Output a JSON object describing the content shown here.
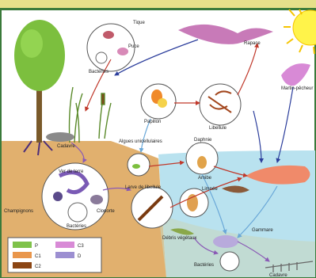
{
  "labels": {
    "tique": "Tique",
    "puce": "Puce",
    "bacteries_top": "Bactéries",
    "rapace": "Rapace",
    "martin_pecheur": "Martin-pêcheur",
    "papillon": "Papillon",
    "libellule": "Libellule",
    "cadavre_top": "Cadavre",
    "ver_de_terre": "Ver de terre",
    "algues": "Algues unicellulaires",
    "daphnie": "Daphnie",
    "amibe": "Amibe",
    "champignons": "Champignons",
    "cloporte": "Cloporte",
    "bacteries_soil": "Bactéries",
    "larve": "Larve de libellule",
    "limnee": "Limnée",
    "debris": "Débris végétaux",
    "gammare": "Gammare",
    "bacteries_bottom": "Bactéries",
    "cadavre_bottom": "Cadavre"
  },
  "legend": [
    {
      "key": "P",
      "color": "#7fc24a"
    },
    {
      "key": "C1",
      "color": "#e9964b"
    },
    {
      "key": "C2",
      "color": "#8b4513"
    },
    {
      "key": "C3",
      "color": "#d88ad6"
    },
    {
      "key": "D",
      "color": "#9c8fd1"
    }
  ]
}
